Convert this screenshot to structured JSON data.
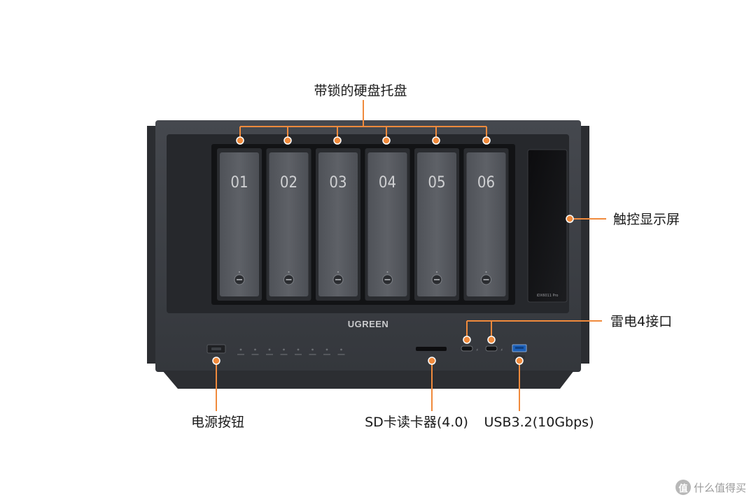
{
  "product": {
    "brand": "UGREEN",
    "screen_model": "iDX6011 Pro"
  },
  "bays": [
    "01",
    "02",
    "03",
    "04",
    "05",
    "06"
  ],
  "callouts": {
    "locking_trays": "带锁的硬盘托盘",
    "touch_display": "触控显示屏",
    "thunderbolt": "雷电4接口",
    "power_button": "电源按钮",
    "sd_reader": "SD卡读卡器(4.0)",
    "usb": "USB3.2(10Gbps)"
  },
  "watermark": {
    "icon_char": "值",
    "text": "什么值得买"
  },
  "colors": {
    "accent": "#f08a3c",
    "chassis": "#3b3e44",
    "bay_front": "#5a5d63",
    "background": "#ffffff"
  }
}
